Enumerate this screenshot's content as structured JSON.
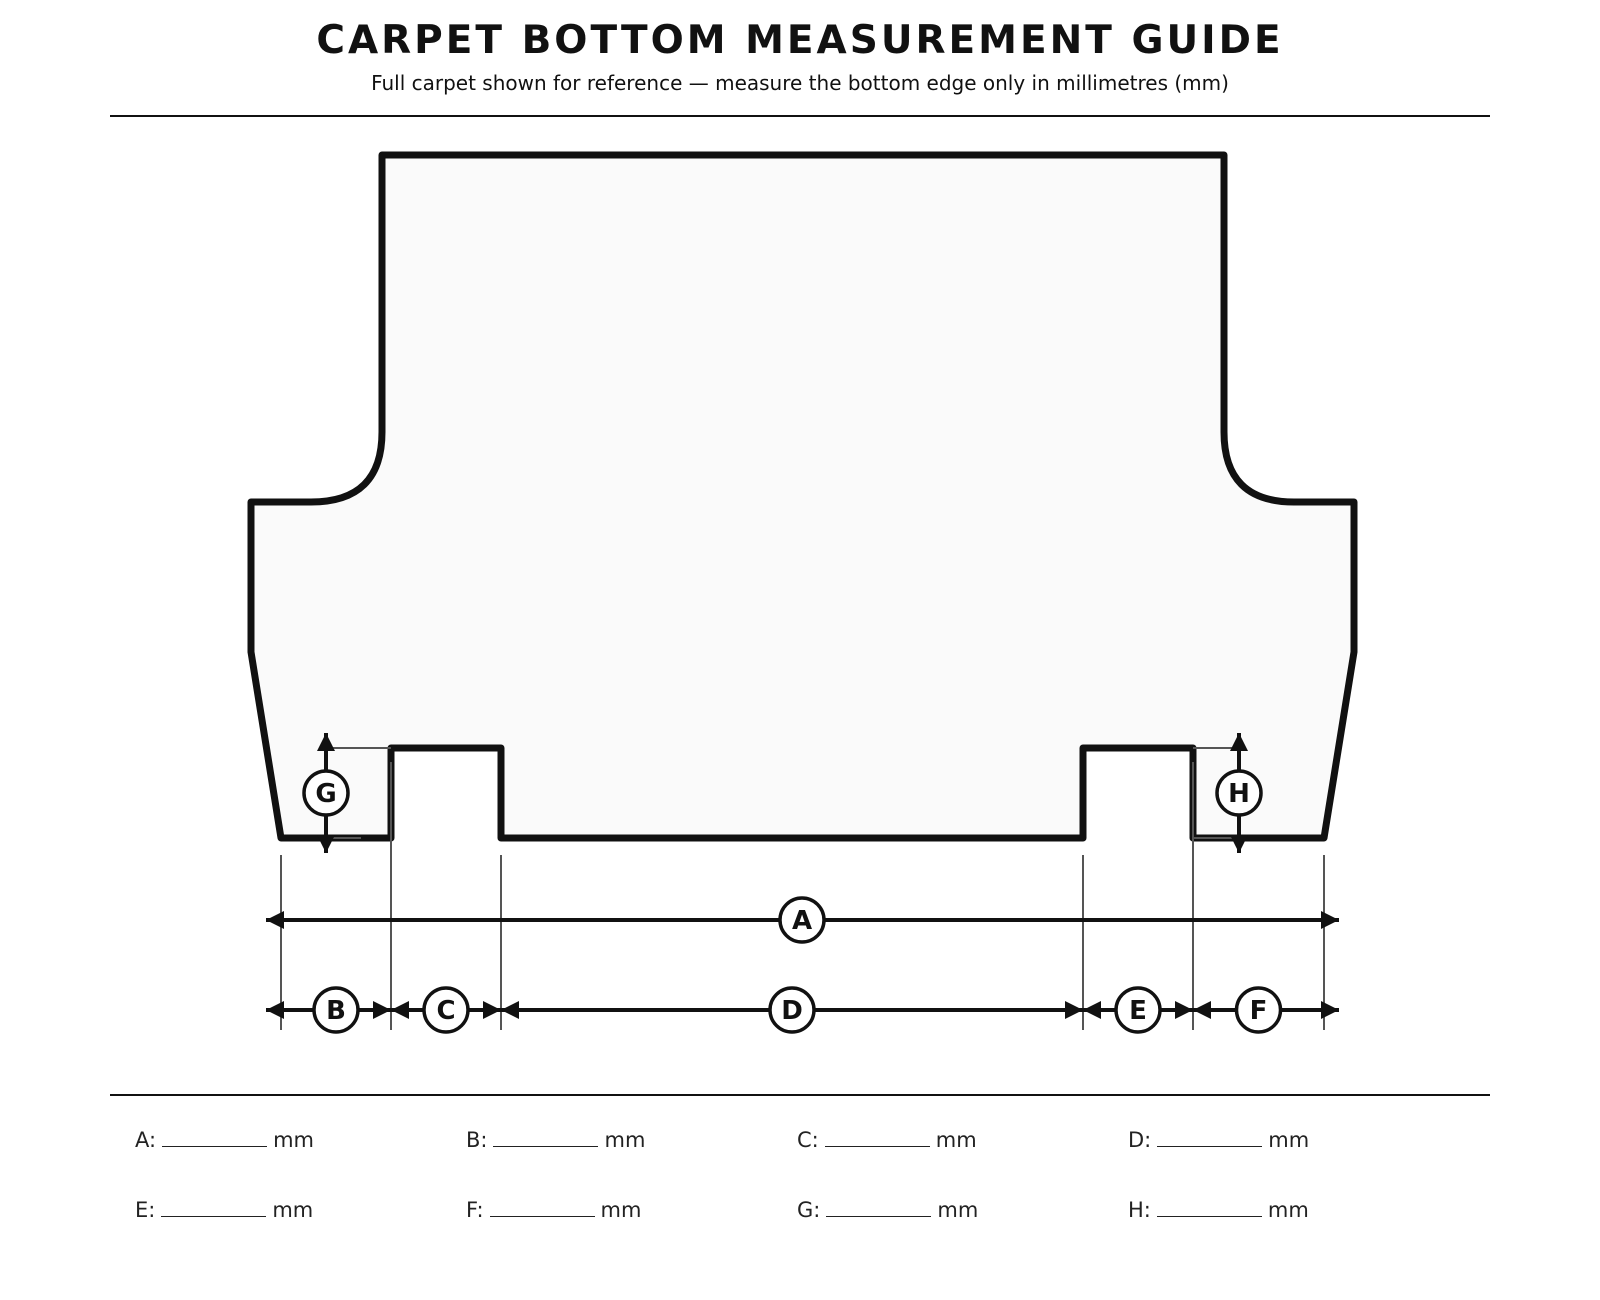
{
  "header": {
    "title": "CARPET BOTTOM MEASUREMENT GUIDE",
    "subtitle": "Full carpet shown for reference — measure the bottom edge only in millimetres (mm)"
  },
  "colors": {
    "outline": "#111111",
    "fill": "#fafafa",
    "guide": "#555555",
    "background": "#ffffff"
  },
  "dimensions": {
    "overall": "A",
    "segments": [
      "B",
      "C",
      "D",
      "E",
      "F"
    ],
    "heights": [
      "G",
      "H"
    ]
  },
  "fields": [
    {
      "label": "A:",
      "unit": "mm"
    },
    {
      "label": "B:",
      "unit": "mm"
    },
    {
      "label": "C:",
      "unit": "mm"
    },
    {
      "label": "D:",
      "unit": "mm"
    },
    {
      "label": "E:",
      "unit": "mm"
    },
    {
      "label": "F:",
      "unit": "mm"
    },
    {
      "label": "G:",
      "unit": "mm"
    },
    {
      "label": "H:",
      "unit": "mm"
    }
  ]
}
